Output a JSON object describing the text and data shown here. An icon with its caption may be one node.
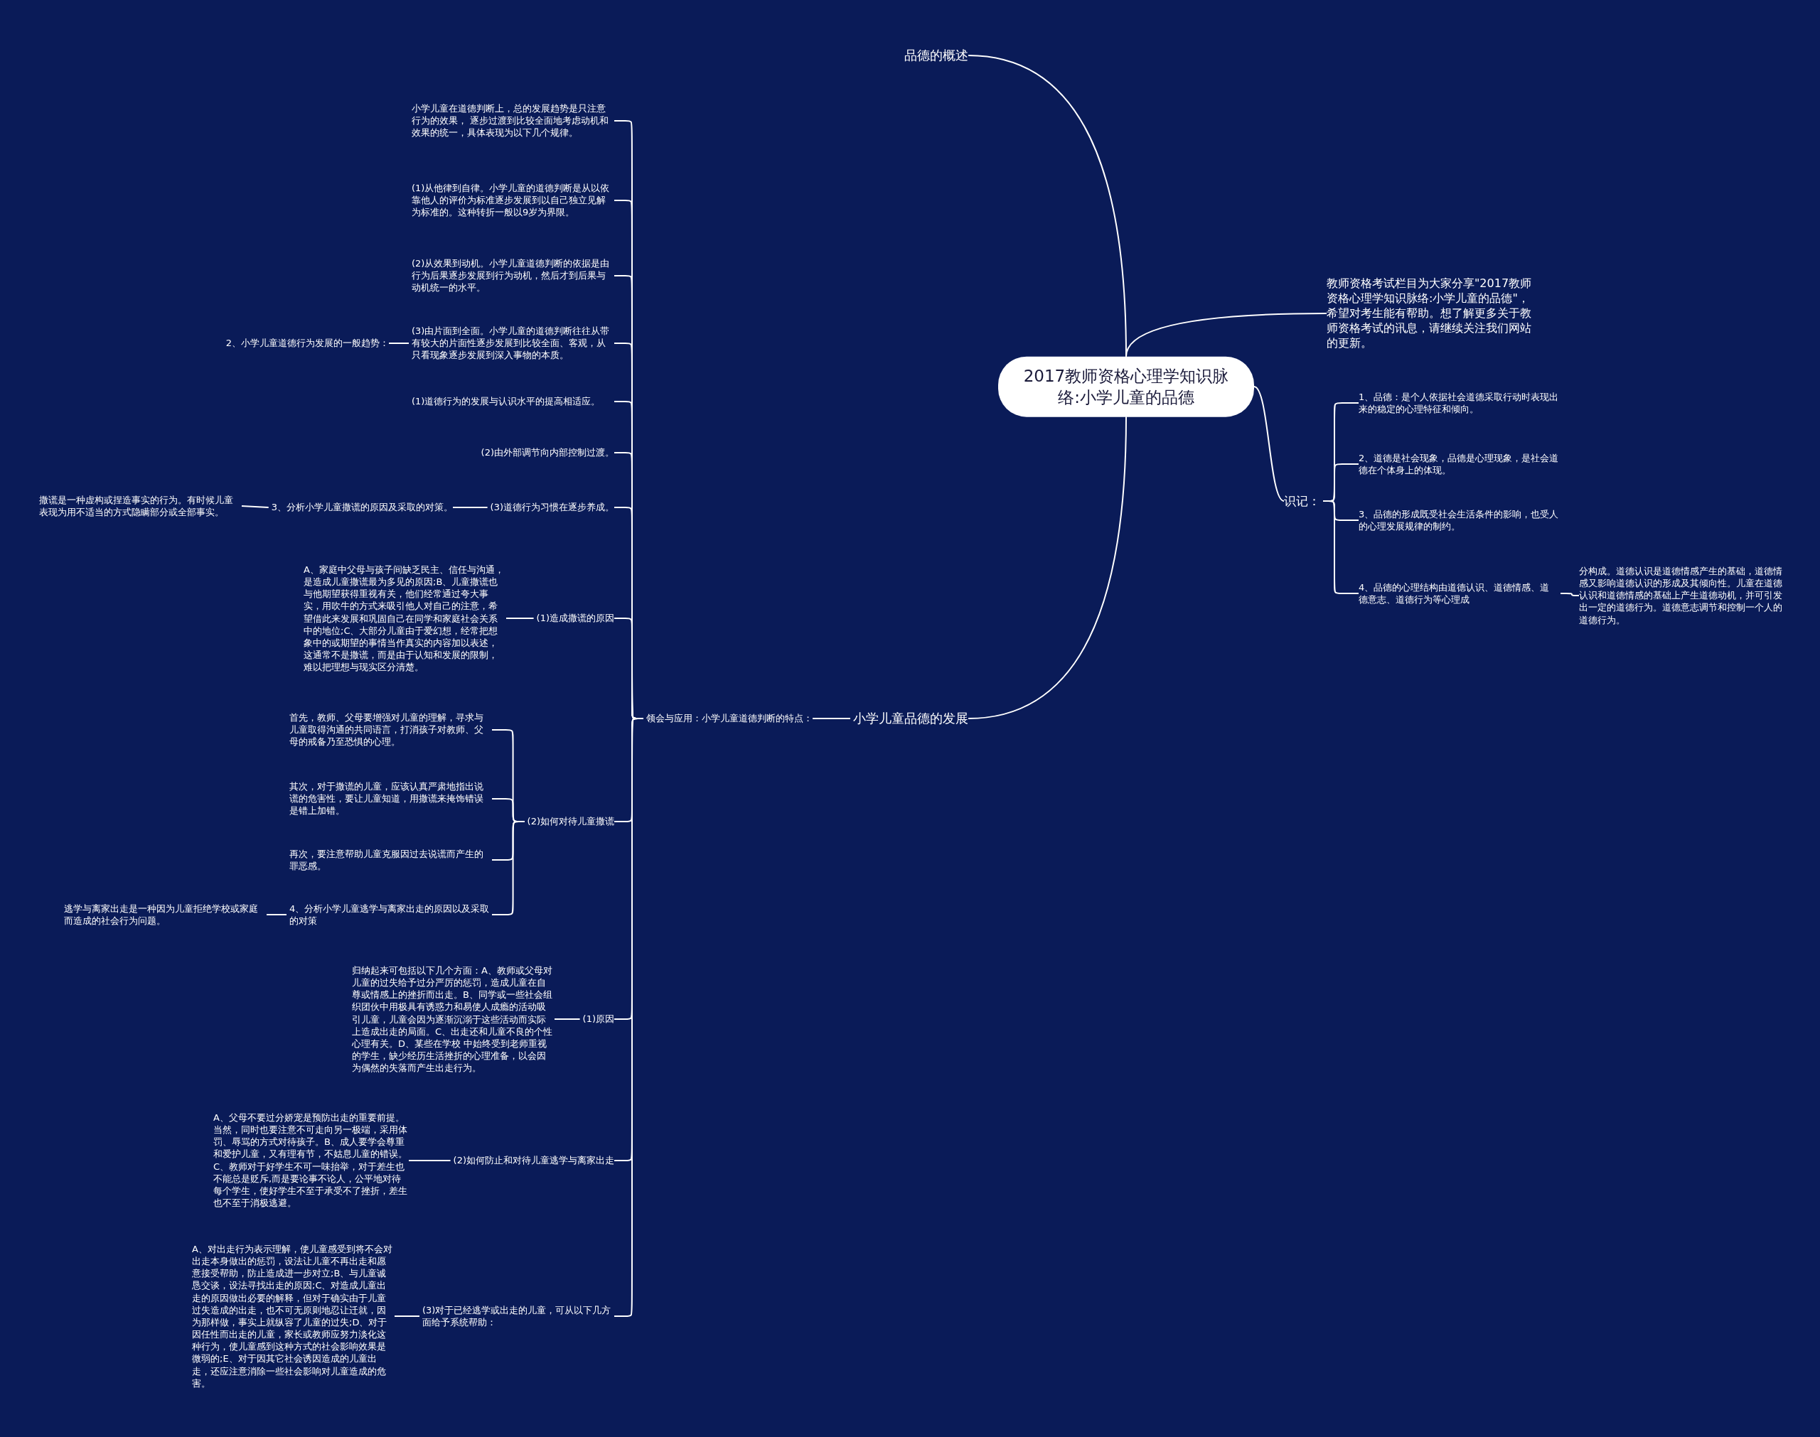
{
  "diagram": {
    "nodes": [
      {
        "text": [
          "2017教师资格心理学知识脉络:小学儿童的品德"
        ]
      },
      {
        "text": [
          "品德的概述"
        ]
      },
      {
        "text": [
          "教师资格考试栏目为大家分享\"2017教师资格心理学知识脉络:小学儿童的品德\"，希望对考生能有帮助。想了解更多关于教师资格考试的讯息，请继续关注我们网站的更新。"
        ]
      },
      {
        "text": [
          "识记："
        ]
      },
      {
        "text": [
          "1、品德：是个人依据社会道德采取行动时表现出来的稳定的心理特征和倾向。"
        ]
      },
      {
        "text": [
          "2、道德是社会现象，品德是心理现象，是社会道德在个体身上的体现。"
        ]
      },
      {
        "text": [
          "3、品德的形成既受社会生活条件的影响，也受人的心理发展规律的制约。"
        ]
      },
      {
        "text": [
          "4、品德的心理结构由道德认识、道德情感、道德意志、道德行为等心理成"
        ]
      },
      {
        "text": [
          "分构成。道德认识是道德情感产生的基础，道德情感又影响道德认识的形成及其倾向性。儿童在道德认识和道德情感的基础上产生道德动机，并可引发出一定的道德行为。道德意志调节和控制一个人的道德行为。"
        ]
      },
      {
        "text": [
          "小学儿童品德的发展"
        ]
      },
      {
        "text": [
          "领会与应用：小学儿童道德判断的特点："
        ]
      },
      {
        "text": [
          "小学儿童在道德判断上，总的发展趋势是只注意行为的效果， 逐步过渡到比较全面地考虑动机和效果的统一，具体表现为以下几个规律。"
        ]
      },
      {
        "text": [
          "(1)从他律到自律。小学儿童的道德判断是从以依靠他人的评价为标准逐步发展到以自己独立见解为标准的。这种转折一般以9岁为界限。"
        ]
      },
      {
        "text": [
          "(2)从效果到动机。小学儿童道德判断的依据是由行为后果逐步发展到行为动机，然后才到后果与动机统一的水平。"
        ]
      },
      {
        "text": [
          "(3)由片面到全面。小学儿童的道德判断往往从带有较大的片面性逐步发展到比较全面、客观，从只看现象逐步发展到深入事物的本质。"
        ]
      },
      {
        "text": [
          "2、小学儿童道德行为发展的一般趋势："
        ]
      },
      {
        "text": [
          "(1)道德行为的发展与认识水平的提高相适应。"
        ]
      },
      {
        "text": [
          "(2)由外部调节向内部控制过渡。"
        ]
      },
      {
        "text": [
          "(3)道德行为习惯在逐步养成。"
        ]
      },
      {
        "text": [
          "3、分析小学儿童撒谎的原因及采取的对策。"
        ]
      },
      {
        "text": [
          "撒谎是一种虚构或捏造事实的行为。有时候儿童表现为用不适当的方式隐瞒部分或全部事实。"
        ]
      },
      {
        "text": [
          "(1)造成撒谎的原因"
        ]
      },
      {
        "text": [
          "A、家庭中父母与孩子间缺乏民主、信任与沟通，是造成儿童撒谎最为多见的原因;B、儿童撒谎也与他期望获得重视有关，他们经常通过夸大事实，用吹牛的方式来吸引他人对自己的注意，希望借此来发展和巩固自己在同学和家庭社会关系中的地位;C、大部分儿童由于爱幻想，经常把想象中的或期望的事情当作真实的内容加以表述，这通常不是撒谎，而是由于认知和发展的限制，难以把理想与现实区分清楚。"
        ]
      },
      {
        "text": [
          "(2)如何对待儿童撒谎"
        ]
      },
      {
        "text": [
          "首先，教师、父母要增强对儿童的理解，寻求与儿童取得沟通的共同语言，打消孩子对教师、父母的戒备乃至恐惧的心理。"
        ]
      },
      {
        "text": [
          "其次，对于撒谎的儿童，应该认真严肃地指出说谎的危害性，要让儿童知道，用撒谎来掩饰错误是错上加错。"
        ]
      },
      {
        "text": [
          "再次，要注意帮助儿童克服因过去说谎而产生的罪恶感。"
        ]
      },
      {
        "text": [
          "4、分析小学儿童逃学与离家出走的原因以及采取的对策"
        ]
      },
      {
        "text": [
          "逃学与离家出走是一种因为儿童拒绝学校或家庭而造成的社会行为问题。"
        ]
      },
      {
        "text": [
          "(1)原因"
        ]
      },
      {
        "text": [
          "归纳起来可包括以下几个方面：A、教师或父母对儿童的过失给予过分严厉的惩罚，造成儿童在自尊或情感上的挫折而出走。B、同学或一些社会组织团伙中用极具有诱惑力和易使人成瘾的活动吸引儿童，儿童会因为逐渐沉溺于这些活动而实际上造成出走的局面。C、出走还和儿童不良的个性心理有关。D、某些在学校 中始终受到老师重视的学生，缺少经历生活挫折的心理准备，以会因为偶然的失落而产生出走行为。"
        ]
      },
      {
        "text": [
          "(2)如何防止和对待儿童逃学与离家出走"
        ]
      },
      {
        "text": [
          "A、父母不要过分娇宠是预防出走的重要前提。当然，同时也要注意不可走向另一极端，采用体罚、辱骂的方式对待孩子。B、成人要学会尊重和爱护儿童，又有理有节，不姑息儿童的错误。C、教师对于好学生不可一味抬举，对于差生也不能总是贬斥,而是要论事不论人，公平地对待每个学生，使好学生不至于承受不了挫折，差生也不至于消极逃避。"
        ]
      },
      {
        "text": [
          "(3)对于已经逃学或出走的儿童，可从以下几方面给予系统帮助："
        ]
      },
      {
        "text": [
          "A、对出走行为表示理解，使儿童感受到将不会对出走本身做出的惩罚，设法让儿童不再出走和愿意接受帮助，防止造成进一步对立;B、与儿童诚恳交谈，设法寻找出走的原因;C、对造成儿童出走的原因做出必要的解释，但对于确实由于儿童过失造成的出走，也不可无原则地忍让迁就，因为那样做，事实上就纵容了儿童的过失;D、对于因任性而出走的儿童，家长或教师应努力淡化这种行为，使儿童感到这种方式的社会影响效果是微弱的;E、对于因其它社会诱因造成的儿童出走，还应注意消除一些社会影响对儿童造成的危害。"
        ]
      }
    ],
    "edges": [
      {
        "from": 0,
        "to": 1,
        "arrow": "none"
      },
      {
        "from": 0,
        "to": 2,
        "arrow": "none"
      },
      {
        "from": 0,
        "to": 3,
        "arrow": "none"
      },
      {
        "from": 3,
        "to": 4,
        "arrow": "none"
      },
      {
        "from": 3,
        "to": 5,
        "arrow": "none"
      },
      {
        "from": 3,
        "to": 6,
        "arrow": "none"
      },
      {
        "from": 3,
        "to": 7,
        "arrow": "none"
      },
      {
        "from": 7,
        "to": 8,
        "arrow": "none"
      },
      {
        "from": 0,
        "to": 9,
        "arrow": "none"
      },
      {
        "from": 9,
        "to": 10,
        "arrow": "none"
      },
      {
        "from": 10,
        "to": 11,
        "arrow": "none"
      },
      {
        "from": 10,
        "to": 12,
        "arrow": "none"
      },
      {
        "from": 10,
        "to": 13,
        "arrow": "none"
      },
      {
        "from": 10,
        "to": 14,
        "arrow": "none"
      },
      {
        "from": 14,
        "to": 15,
        "arrow": "none"
      },
      {
        "from": 10,
        "to": 16,
        "arrow": "none"
      },
      {
        "from": 10,
        "to": 17,
        "arrow": "none"
      },
      {
        "from": 10,
        "to": 18,
        "arrow": "none"
      },
      {
        "from": 18,
        "to": 19,
        "arrow": "none"
      },
      {
        "from": 19,
        "to": 20,
        "arrow": "none"
      },
      {
        "from": 10,
        "to": 21,
        "arrow": "none"
      },
      {
        "from": 21,
        "to": 22,
        "arrow": "none"
      },
      {
        "from": 10,
        "to": 23,
        "arrow": "none"
      },
      {
        "from": 23,
        "to": 24,
        "arrow": "none"
      },
      {
        "from": 23,
        "to": 25,
        "arrow": "none"
      },
      {
        "from": 23,
        "to": 26,
        "arrow": "none"
      },
      {
        "from": 23,
        "to": 27,
        "arrow": "none"
      },
      {
        "from": 27,
        "to": 28,
        "arrow": "none"
      },
      {
        "from": 10,
        "to": 29,
        "arrow": "none"
      },
      {
        "from": 29,
        "to": 30,
        "arrow": "none"
      },
      {
        "from": 10,
        "to": 31,
        "arrow": "none"
      },
      {
        "from": 31,
        "to": 32,
        "arrow": "none"
      },
      {
        "from": 10,
        "to": 33,
        "arrow": "none"
      },
      {
        "from": 33,
        "to": 34,
        "arrow": "none"
      }
    ]
  }
}
